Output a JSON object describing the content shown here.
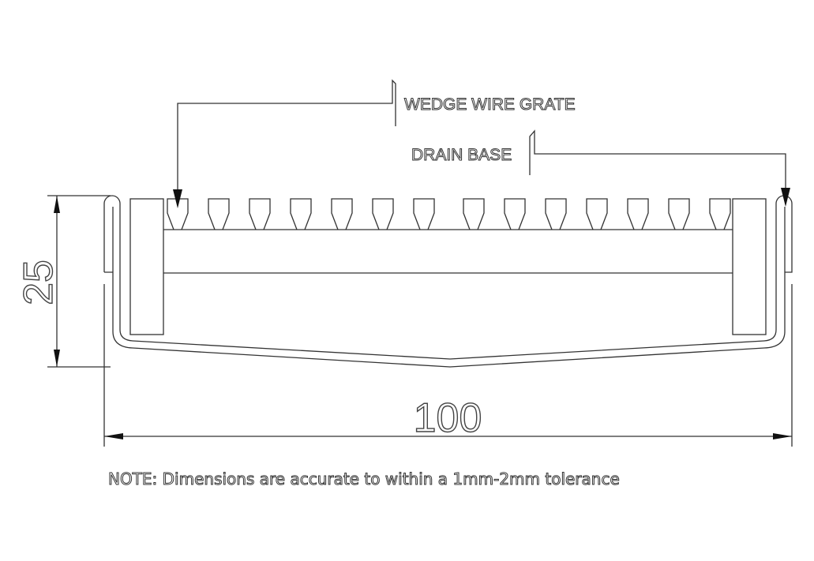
{
  "labels": {
    "grate": "WEDGE WIRE GRATE",
    "base": "DRAIN BASE"
  },
  "dimensions": {
    "height": "25",
    "width": "100"
  },
  "note": "NOTE: Dimensions are accurate to within a 1mm-2mm tolerance",
  "grate": {
    "wedge_count": 14
  }
}
